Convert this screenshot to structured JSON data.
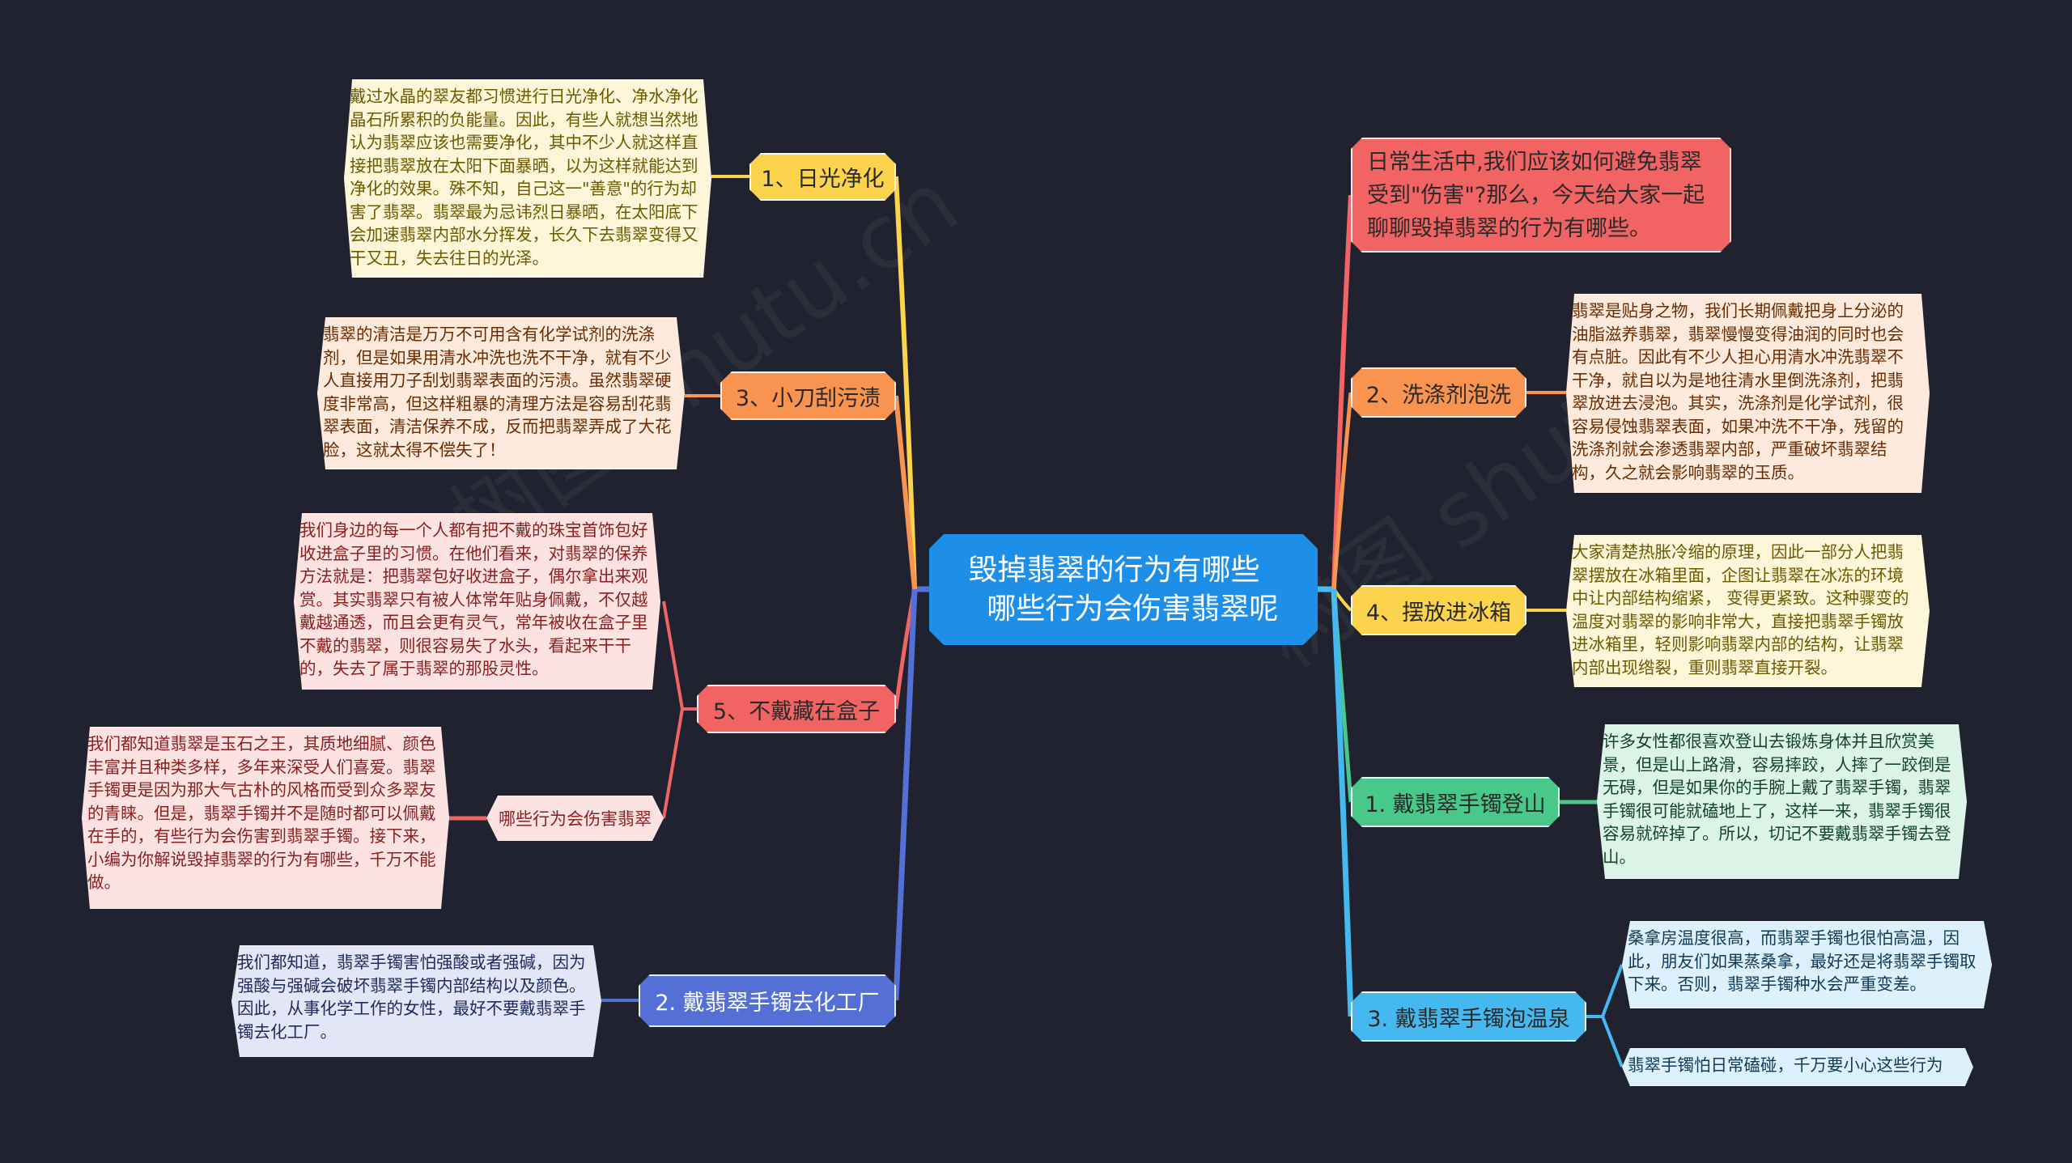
{
  "root": {
    "title": "毁掉翡翠的行为有哪些\n  哪些行为会伤害翡翠呢",
    "color": "#1e8fe8"
  },
  "left_branches": [
    {
      "label": "1、日光净化",
      "color": "#fcd34d",
      "leaf_bg": "#fdf6d8",
      "leaf_fg": "#6b5a00",
      "leaves": [
        "戴过水晶的翠友都习惯进行日光净化、净水净化晶石所累积的负能量。因此，有些人就想当然地认为翡翠应该也需要净化，其中不少人就这样直接把翡翠放在太阳下面暴晒，以为这样就能达到 净化的效果。殊不知，自己这一\"善意\"的行为却害了翡翠。翡翠最为忌讳烈日暴晒，在太阳底下会加速翡翠内部水分挥发，长久下去翡翠变得又干又丑，失去往日的光泽。"
      ]
    },
    {
      "label": "3、小刀刮污渍",
      "color": "#f99450",
      "leaf_bg": "#fdeadd",
      "leaf_fg": "#6b2c00",
      "leaves": [
        "翡翠的清洁是万万不可用含有化学试剂的洗涤剂，但是如果用清水冲洗也洗不干净，就有不少人直接用刀子刮划翡翠表面的污渍。虽然翡翠硬度非常高，但这样粗暴的清理方法是容易刮花翡 翠表面，清洁保养不成，反而把翡翠弄成了大花脸，这就太得不偿失了！"
      ]
    },
    {
      "label": "5、不戴藏在盒子",
      "color": "#f26364",
      "leaf_bg": "#fde2e2",
      "leaf_fg": "#8a1f1f",
      "leaves": [
        "我们身边的每一个人都有把不戴的珠宝首饰包好收进盒子里的习惯。在他们看来，对翡翠的保养方法就是：把翡翠包好收进盒子，偶尔拿出来观赏。其实翡翠只有被人体常年贴身佩戴，不仅越戴越通透，而且会更有灵气，常年被收在盒子里不戴的翡翠，则很容易失了水头，看起来干干的，失去了属于翡翠的那股灵性。"
      ],
      "sub": {
        "label": "哪些行为会伤害翡翠",
        "leaf": "我们都知道翡翠是玉石之王，其质地细腻、颜色丰富并且种类多样，多年来深受人们喜爱。翡翠手镯更是因为那大气古朴的风格而受到众多翠友的青睐。但是，翡翠手镯并不是随时都可以佩戴在手的，有些行为会伤害到翡翠手镯。接下来，小编为你解说毁掉翡翠的行为有哪些，千万不能做。"
      }
    },
    {
      "label": "2. 戴翡翠手镯去化工厂",
      "color": "#5470d6",
      "leaf_bg": "#e3e6f7",
      "leaf_fg": "#1e2a5a",
      "leaves": [
        "我们都知道，翡翠手镯害怕强酸或者强碱，因为强酸与强碱会破坏翡翠手镯内部结构以及颜色。因此，从事化学工作的女性，最好不要戴翡翠手镯去化工厂。"
      ]
    }
  ],
  "right_branches": [
    {
      "label": "日常生活中,我们应该如何避免翡翠受到\"伤害\"?那么，今天给大家一起聊聊毁掉翡翠的行为有哪些。",
      "color": "#f26364"
    },
    {
      "label": "2、洗涤剂泡洗",
      "color": "#f99450",
      "leaf_bg": "#fdeadd",
      "leaf_fg": "#6b2c00",
      "leaves": [
        "翡翠是贴身之物，我们长期佩戴把身上分泌的油脂滋养翡翠，翡翠慢慢变得油润的同时也会有点脏。因此有不少人担心用清水冲洗翡翠不干净，就自以为是地往清水里倒洗涤剂，把翡翠放进去浸泡。其实，洗涤剂是化学试剂，很容易侵蚀翡翠表面，如果冲洗不干净，残留的洗涤剂就会渗透翡翠内部，严重破坏翡翠结构，久之就会影响翡翠的玉质。"
      ]
    },
    {
      "label": "4、摆放进冰箱",
      "color": "#fcd34d",
      "leaf_bg": "#fdf6d8",
      "leaf_fg": "#6b5a00",
      "leaves": [
        "大家清楚热胀冷缩的原理，因此一部分人把翡翠摆放在冰箱里面，企图让翡翠在冰冻的环境中让内部结构缩紧， 变得更紧致。这种骤变的温度对翡翠的影响非常大，直接把翡翠手镯放进冰箱里，轻则影响翡翠内部的结构，让翡翠内部出现绺裂，重则翡翠直接开裂。"
      ]
    },
    {
      "label": "1. 戴翡翠手镯登山",
      "color": "#48c98a",
      "leaf_bg": "#dcf3e8",
      "leaf_fg": "#12442c",
      "leaves": [
        "许多女性都很喜欢登山去锻炼身体并且欣赏美景，但是山上路滑，容易摔跤，人摔了一跤倒是无碍，但是如果你的手腕上戴了翡翠手镯，翡翠手镯很可能就磕地上了，这样一来，翡翠手镯很容易就碎掉了。所以，切记不要戴翡翠手镯去登山。"
      ]
    },
    {
      "label": "3. 戴翡翠手镯泡温泉",
      "color": "#45b8f0",
      "leaf_bg": "#dcf1fb",
      "leaf_fg": "#103a55",
      "leaves": [
        "桑拿房温度很高，而翡翠手镯也很怕高温，因此，朋友们如果蒸桑拿，最好还是将翡翠手镯取下来。否则，翡翠手镯种水会严重变差。",
        "翡翠手镯怕日常磕碰，千万要小心这些行为"
      ]
    }
  ],
  "background_color": "#20232f"
}
